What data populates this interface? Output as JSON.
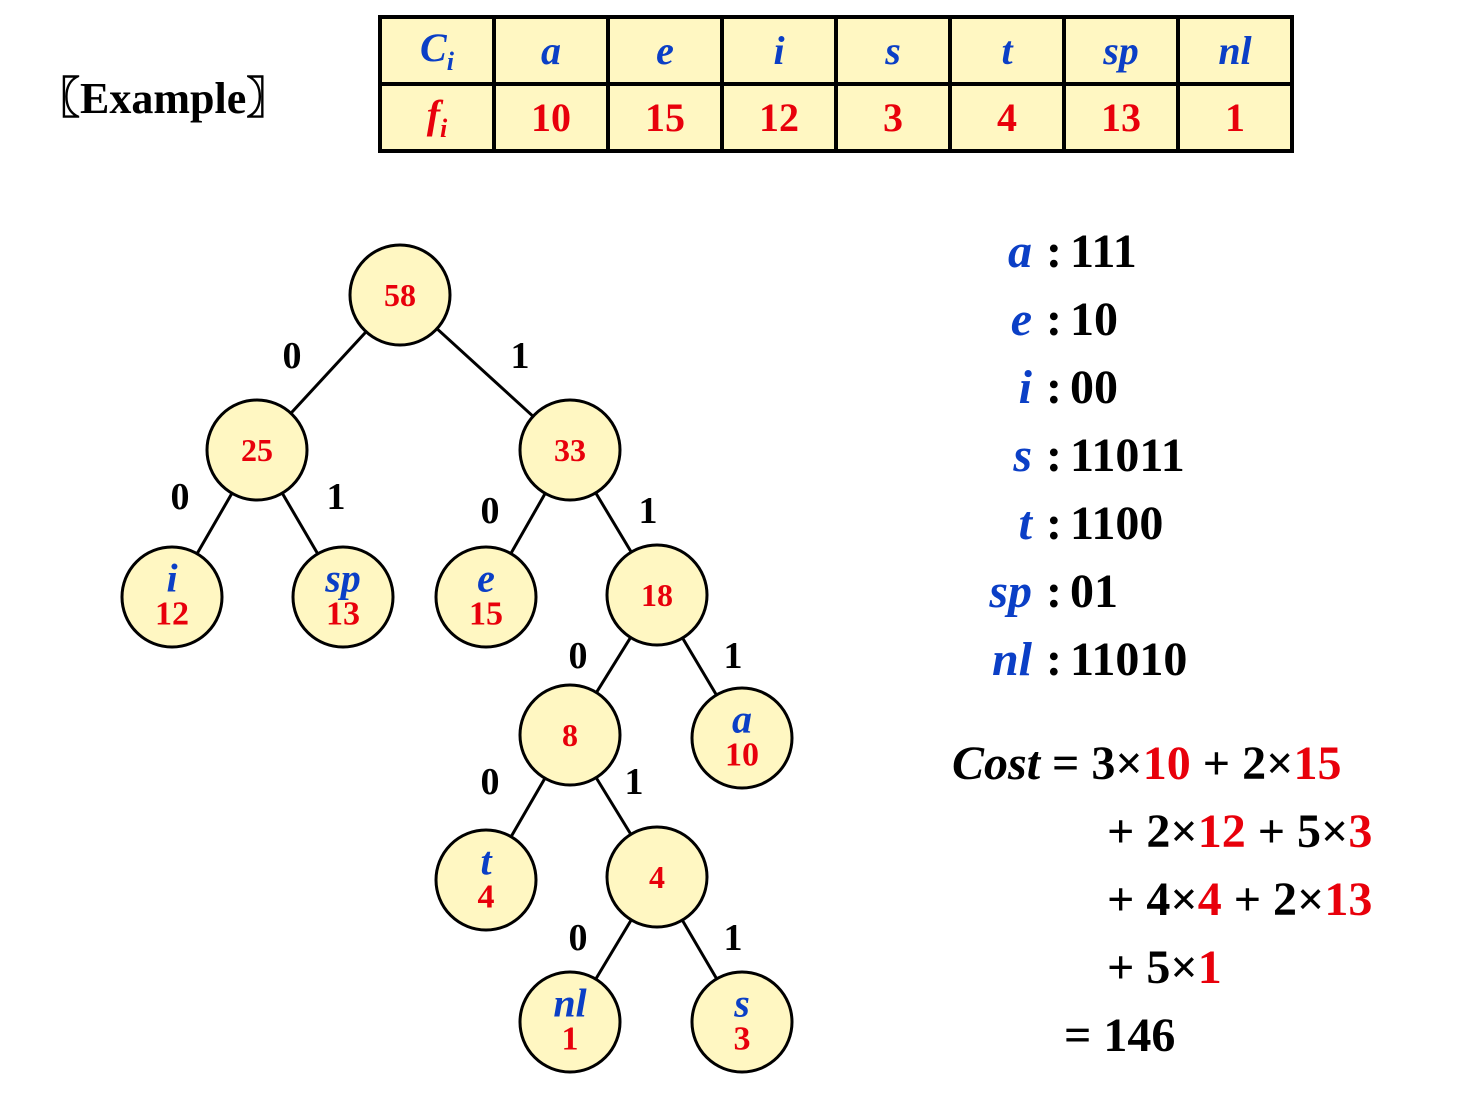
{
  "heading": "〖Example〗",
  "table": {
    "row_labels": {
      "c": "C",
      "c_sub": "i",
      "f": "f",
      "f_sub": "i"
    },
    "symbols": [
      "a",
      "e",
      "i",
      "s",
      "t",
      "sp",
      "nl"
    ],
    "frequencies": [
      "10",
      "15",
      "12",
      "3",
      "4",
      "13",
      "1"
    ]
  },
  "tree": {
    "nodes": [
      {
        "id": "n58",
        "value": "58"
      },
      {
        "id": "n25",
        "value": "25"
      },
      {
        "id": "n33",
        "value": "33"
      },
      {
        "id": "leaf-i",
        "symbol": "i",
        "value": "12"
      },
      {
        "id": "leaf-sp",
        "symbol": "sp",
        "value": "13"
      },
      {
        "id": "leaf-e",
        "symbol": "e",
        "value": "15"
      },
      {
        "id": "n18",
        "value": "18"
      },
      {
        "id": "n8",
        "value": "8"
      },
      {
        "id": "leaf-a",
        "symbol": "a",
        "value": "10"
      },
      {
        "id": "leaf-t",
        "symbol": "t",
        "value": "4"
      },
      {
        "id": "n4",
        "value": "4"
      },
      {
        "id": "leaf-nl",
        "symbol": "nl",
        "value": "1"
      },
      {
        "id": "leaf-s",
        "symbol": "s",
        "value": "3"
      }
    ],
    "edges": [
      {
        "from": "n58",
        "to": "n25",
        "bit": "0"
      },
      {
        "from": "n58",
        "to": "n33",
        "bit": "1"
      },
      {
        "from": "n25",
        "to": "leaf-i",
        "bit": "0"
      },
      {
        "from": "n25",
        "to": "leaf-sp",
        "bit": "1"
      },
      {
        "from": "n33",
        "to": "leaf-e",
        "bit": "0"
      },
      {
        "from": "n33",
        "to": "n18",
        "bit": "1"
      },
      {
        "from": "n18",
        "to": "n8",
        "bit": "0"
      },
      {
        "from": "n18",
        "to": "leaf-a",
        "bit": "1"
      },
      {
        "from": "n8",
        "to": "leaf-t",
        "bit": "0"
      },
      {
        "from": "n8",
        "to": "n4",
        "bit": "1"
      },
      {
        "from": "n4",
        "to": "leaf-nl",
        "bit": "0"
      },
      {
        "from": "n4",
        "to": "leaf-s",
        "bit": "1"
      }
    ]
  },
  "codes": {
    "separator": ":",
    "items": [
      {
        "symbol": "a",
        "code": "111"
      },
      {
        "symbol": "e",
        "code": "10"
      },
      {
        "symbol": "i",
        "code": "00"
      },
      {
        "symbol": "s",
        "code": "11011"
      },
      {
        "symbol": "t",
        "code": "1100"
      },
      {
        "symbol": "sp",
        "code": "01"
      },
      {
        "symbol": "nl",
        "code": "11010"
      }
    ]
  },
  "cost": {
    "label": "Cost",
    "lines": [
      [
        {
          "t": " = 3×"
        },
        {
          "t": "10",
          "red": true
        },
        {
          "t": " + 2×"
        },
        {
          "t": "15",
          "red": true
        }
      ],
      [
        {
          "t": "+ 2×"
        },
        {
          "t": "12",
          "red": true
        },
        {
          "t": " + 5×"
        },
        {
          "t": "3",
          "red": true
        }
      ],
      [
        {
          "t": "+ 4×"
        },
        {
          "t": "4",
          "red": true
        },
        {
          "t": " + 2×"
        },
        {
          "t": "13",
          "red": true
        }
      ],
      [
        {
          "t": "+ 5×"
        },
        {
          "t": "1",
          "red": true
        }
      ],
      [
        {
          "t": "= 146"
        }
      ]
    ]
  },
  "colors": {
    "node_fill": "#fff7c2",
    "symbol": "#0b3fc6",
    "value": "#e8000b",
    "ink": "#000000"
  }
}
